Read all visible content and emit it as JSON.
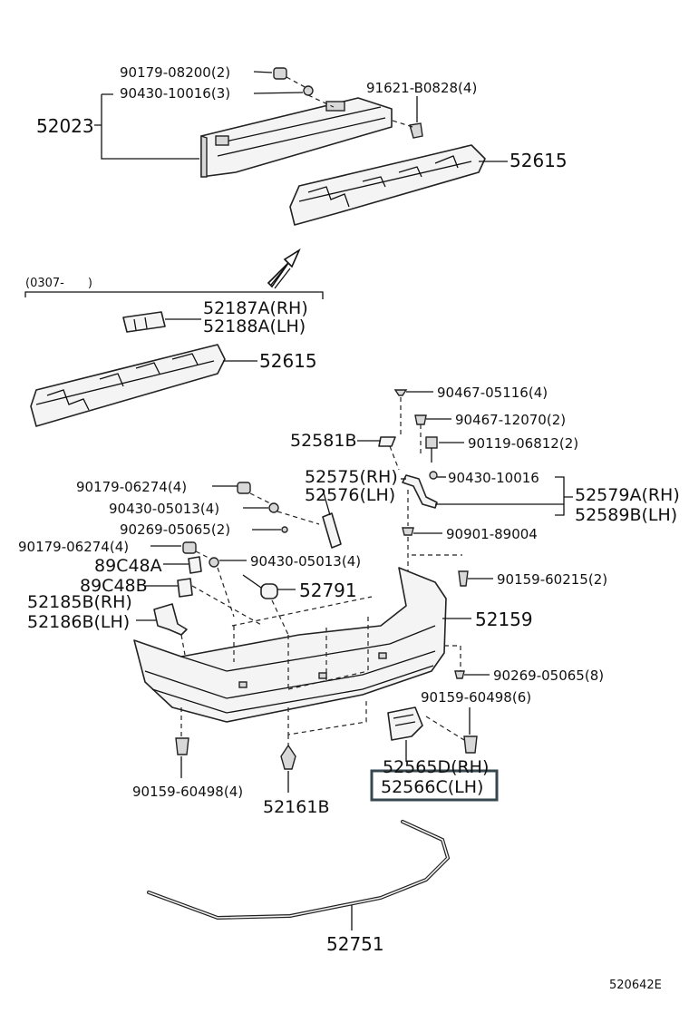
{
  "labels": {
    "p90179_08200": "90179-08200(2)",
    "p90430_10016_3": "90430-10016(3)",
    "p91621_b0828": "91621-B0828(4)",
    "p52023": "52023",
    "p52615_top": "52615",
    "range_note": "(0307-　　)",
    "p52187a": "52187A(RH)",
    "p52188a": "52188A(LH)",
    "p52615_mid": "52615",
    "p90467_05116": "90467-05116(4)",
    "p90467_12070": "90467-12070(2)",
    "p52581b": "52581B",
    "p90119_06812": "90119-06812(2)",
    "p52575": "52575(RH)",
    "p52576": "52576(LH)",
    "p90430_10016": "90430-10016",
    "p52579a": "52579A(RH)",
    "p52589b": "52589B(LH)",
    "p90179_06274_a": "90179-06274(4)",
    "p90430_05013_a": "90430-05013(4)",
    "p90269_05065_2": "90269-05065(2)",
    "p90179_06274_b": "90179-06274(4)",
    "p90901_89004": "90901-89004",
    "p89c48a": "89C48A",
    "p90430_05013_b": "90430-05013(4)",
    "p90159_60215": "90159-60215(2)",
    "p89c48b": "89C48B",
    "p52791": "52791",
    "p52185b": "52185B(RH)",
    "p52186b": "52186B(LH)",
    "p52159": "52159",
    "p90269_05065_8": "90269-05065(8)",
    "p90159_60498_6": "90159-60498(6)",
    "p52565d": "52565D(RH)",
    "p52566c": "52566C(LH)",
    "p90159_60498_4": "90159-60498(4)",
    "p52161b": "52161B",
    "p52751": "52751",
    "diagram_code": "520642E"
  },
  "highlight": {
    "target": "52566C(LH)",
    "color": "#37474f"
  }
}
